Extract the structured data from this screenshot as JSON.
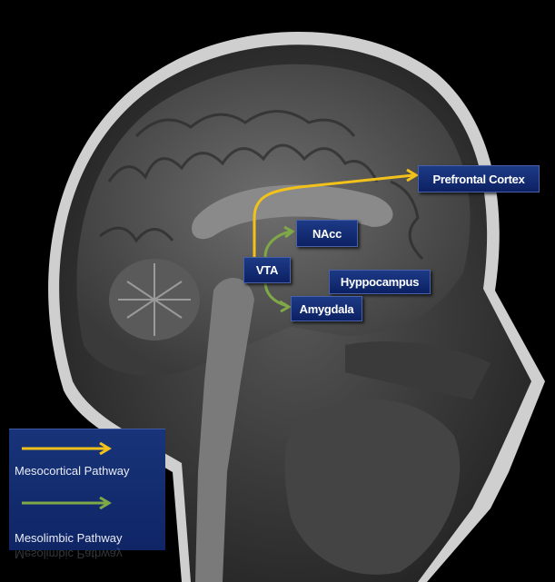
{
  "labels": {
    "prefrontal": "Prefrontal Cortex",
    "nacc": "NAcc",
    "vta": "VTA",
    "hippocampus": "Hyppocampus",
    "amygdala": "Amygdala"
  },
  "legend": {
    "items": [
      {
        "label": "Mesocortical Pathway",
        "color": "#f2c21a"
      },
      {
        "label": "Mesolimbic Pathway",
        "color": "#7fa847"
      }
    ]
  },
  "colors": {
    "label_bg": "#132c72",
    "mesocortical": "#f2c21a",
    "mesolimbic": "#7fa847"
  }
}
